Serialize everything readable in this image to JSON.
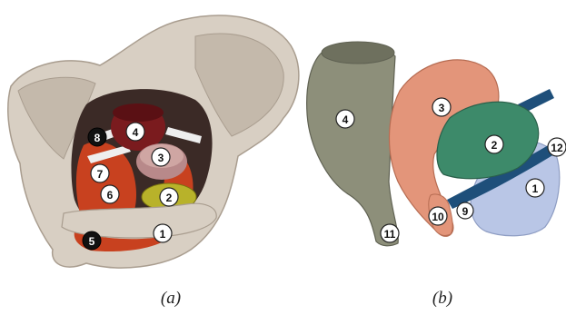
{
  "panels": [
    {
      "caption": "(a)",
      "labels": [
        "1",
        "2",
        "3",
        "4",
        "5",
        "6",
        "7",
        "8"
      ]
    },
    {
      "caption": "(b)",
      "labels": [
        "1",
        "2",
        "3",
        "4",
        "9",
        "10",
        "11",
        "12"
      ]
    }
  ],
  "colors": {
    "bone": "#d8cfc3",
    "bone_shadow": "#a99d8f",
    "muscle_red": "#c8411f",
    "rectum_dark": "#7a1b1e",
    "bladder_olive": "#b8b22a",
    "uterus_pink": "#cfa6a3",
    "gray_tube": "#8d8f7a",
    "salmon": "#e3957a",
    "teal_green": "#3d8a6a",
    "light_blue": "#b9c6e6",
    "navy_band": "#1e4f7a"
  }
}
